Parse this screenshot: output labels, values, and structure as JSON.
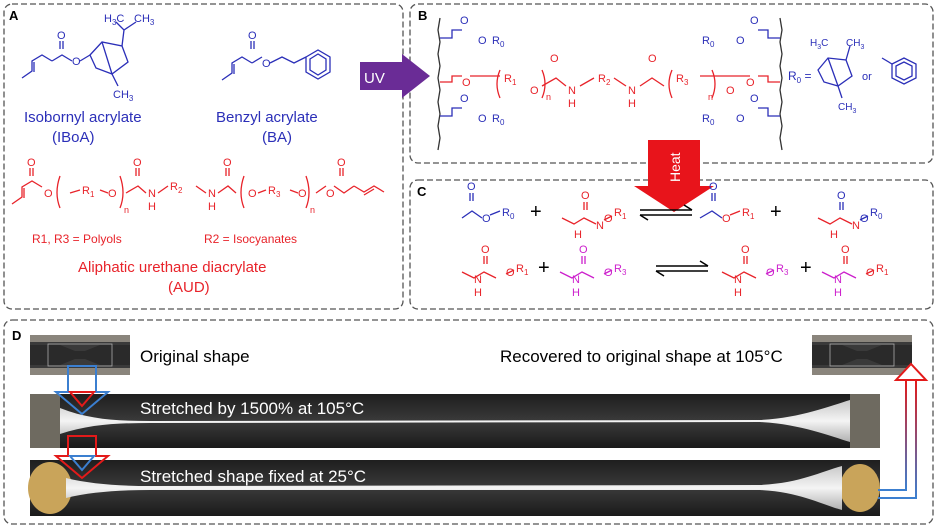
{
  "panels": {
    "a": {
      "letter": "A",
      "ibo_name": "Isobornyl acrylate",
      "ibo_abbr": "(IBoA)",
      "ba_name": "Benzyl acrylate",
      "ba_abbr": "(BA)",
      "aud_name": "Aliphatic urethane diacrylate",
      "aud_abbr": "(AUD)",
      "r1r3_legend": "R1, R3 = Polyols",
      "r2_legend": "R2 = Isocyanates"
    },
    "b": {
      "letter": "B",
      "r0_eq": "R0 =",
      "or": "or"
    },
    "c": {
      "letter": "C"
    },
    "d": {
      "letter": "D",
      "original_shape": "Original shape",
      "recovered": "Recovered to original shape at 105°C",
      "stretched": "Stretched by 1500% at 105°C",
      "fixed": "Stretched shape fixed at 25°C"
    }
  },
  "uv_label": "UV",
  "heat_label": "Heat",
  "atoms": {
    "O": "O",
    "N": "N",
    "H": "H",
    "n": "n",
    "R0": "R0",
    "R1": "R1",
    "R2": "R2",
    "R3": "R3",
    "plus": "+"
  },
  "colors": {
    "blue": "#2b2fb8",
    "red": "#e8232a",
    "magenta": "#cc1fcc",
    "purple": "#6a2c96",
    "heat_red": "#e8141b"
  }
}
